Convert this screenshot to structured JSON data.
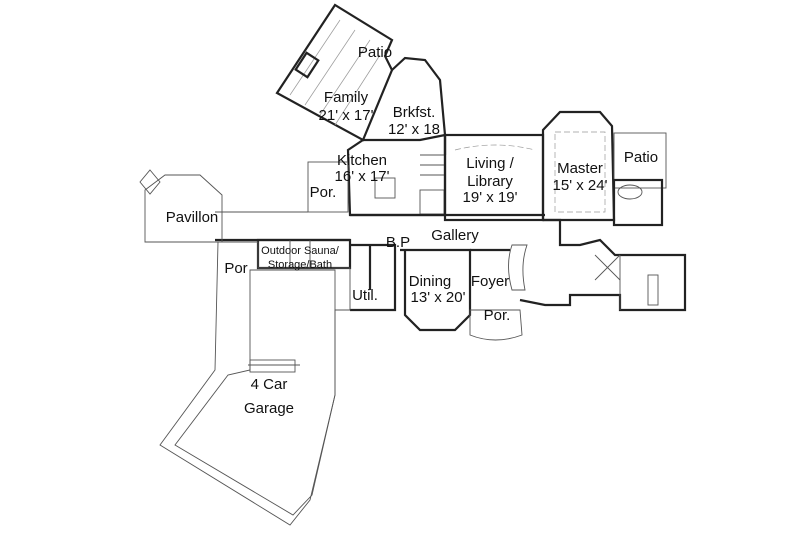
{
  "rooms": {
    "patio_top": "Patio",
    "family": {
      "name": "Family",
      "size": "21' x 17'"
    },
    "brkfst": {
      "name": "Brkfst.",
      "size": "12' x 18"
    },
    "kitchen": {
      "name": "Kitchen",
      "size": "16' x 17'"
    },
    "living": {
      "name1": "Living /",
      "name2": "Library",
      "size": "19' x 19'"
    },
    "master": {
      "name": "Master",
      "size": "15' x 24'"
    },
    "patio_right": "Patio",
    "porch_kitchen": "Por.",
    "pavillon": "Pavillon",
    "gallery": "Gallery",
    "bp": "B.P",
    "sauna": {
      "line1": "Outdoor Sauna/",
      "line2": "Storage/Bath"
    },
    "porch_garage": "Por",
    "dining": {
      "name": "Dining",
      "size": "13' x 20'"
    },
    "foyer": "Foyer",
    "util": "Util.",
    "porch_front": "Por.",
    "garage": {
      "line1": "4 Car",
      "line2": "Garage"
    }
  }
}
